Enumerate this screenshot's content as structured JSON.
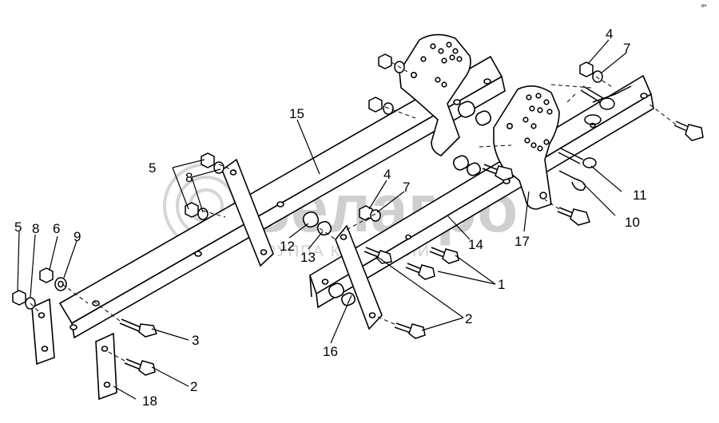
{
  "watermark": {
    "brand": "белагро",
    "subtitle": "ГРУППА КОМПАНИЙ"
  },
  "corner_mark": "º°",
  "callouts": {
    "c1": "1",
    "c2a": "2",
    "c2b": "2",
    "c3": "3",
    "c4a": "4",
    "c4b": "4",
    "c5a": "5",
    "c5b": "5",
    "c6": "6",
    "c7a": "7",
    "c7b": "7",
    "c8a": "8",
    "c8b": "8",
    "c9": "9",
    "c10": "10",
    "c11": "11",
    "c12": "12",
    "c13": "13",
    "c14": "14",
    "c15": "15",
    "c16": "16",
    "c17": "17",
    "c18": "18"
  }
}
